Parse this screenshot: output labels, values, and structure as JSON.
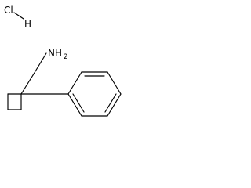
{
  "molecule": {
    "salt": {
      "chlorine": "Cl",
      "hydrogen": "H"
    },
    "amine": {
      "nitrogen_hydrogen": "NH",
      "subscript": "2"
    },
    "line_color": "#000000",
    "background_color": "#ffffff"
  }
}
